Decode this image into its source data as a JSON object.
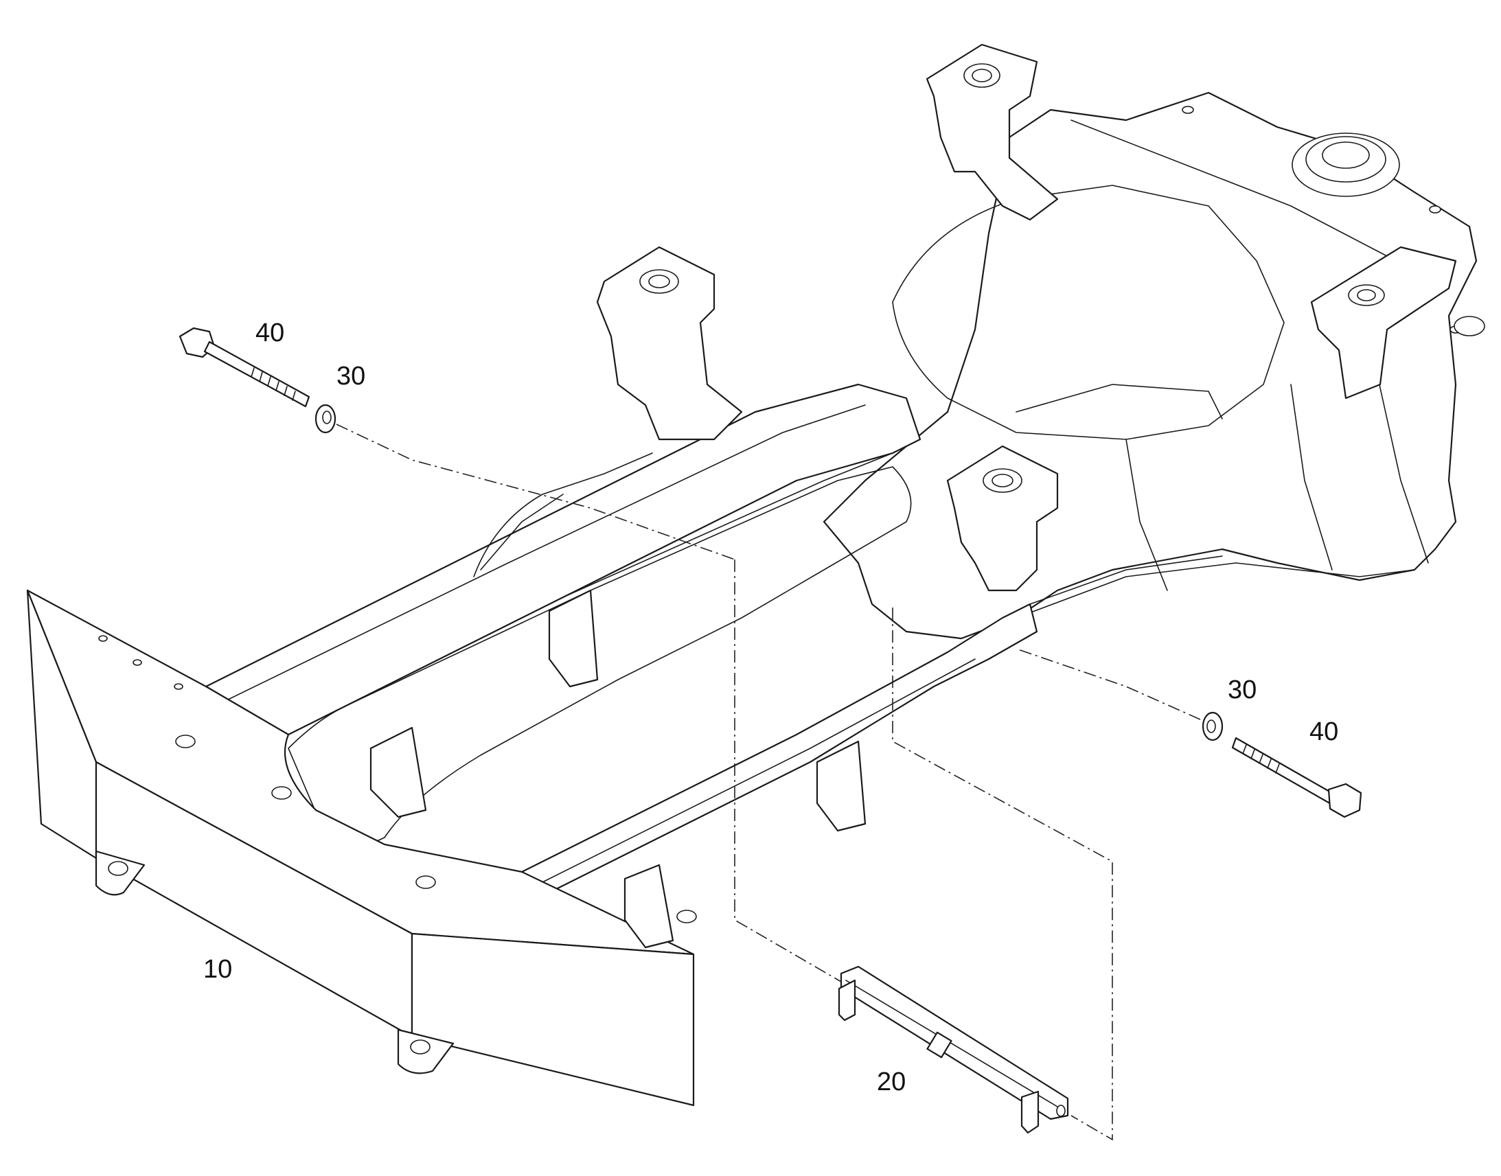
{
  "callouts": [
    {
      "id": "bolt-upper-left",
      "label": "40"
    },
    {
      "id": "washer-upper-left",
      "label": "30"
    },
    {
      "id": "washer-lower-right",
      "label": "30"
    },
    {
      "id": "bolt-lower-right",
      "label": "40"
    },
    {
      "id": "frame",
      "label": "10"
    },
    {
      "id": "rail",
      "label": "20"
    }
  ],
  "colors": {
    "line": "#1a1a1a",
    "background": "#ffffff"
  }
}
